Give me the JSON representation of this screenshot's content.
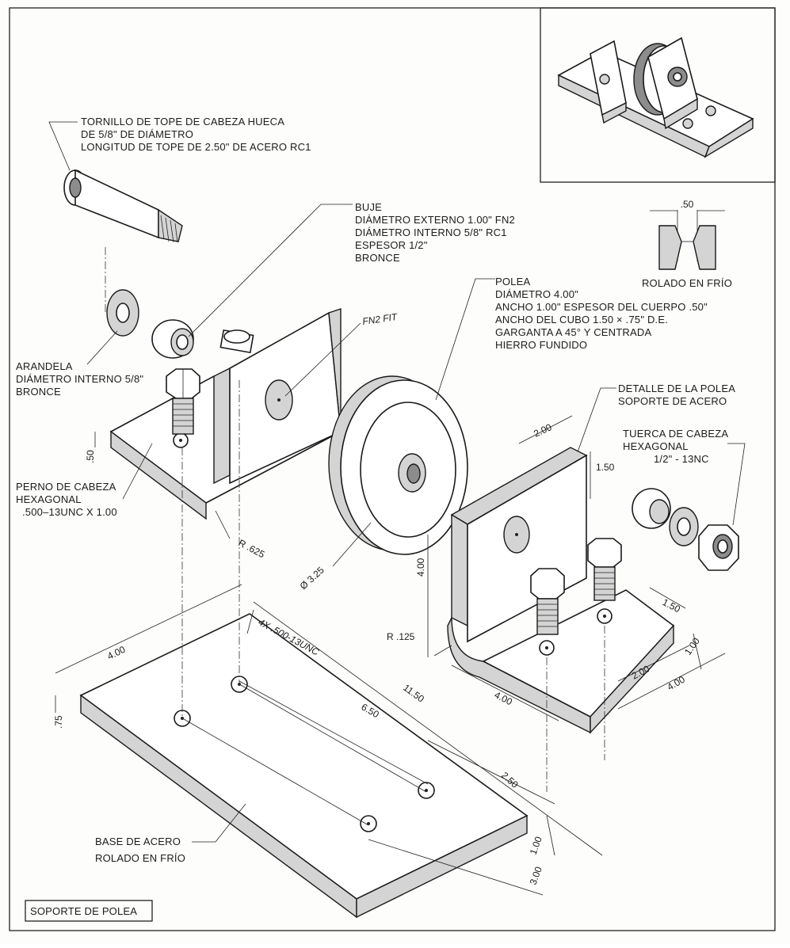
{
  "title_box": "SOPORTE DE POLEA",
  "shoulder_screw": {
    "lines": [
      "TORNILLO DE TOPE DE CABEZA HUECA",
      "DE 5/8\" DE DIÁMETRO",
      "LONGITUD DE TOPE DE 2.50\" DE ACERO RC1"
    ]
  },
  "bushing": {
    "lines": [
      "BUJE",
      "DIÁMETRO EXTERNO 1.00\" FN2",
      "DIÁMETRO INTERNO 5/8\" RC1",
      "ESPESOR 1/2\"",
      "BRONCE"
    ]
  },
  "washer": {
    "lines": [
      "ARANDELA",
      "DIÁMETRO INTERNO 5/8\"",
      "BRONCE"
    ]
  },
  "hex_bolt": {
    "lines": [
      "PERNO DE CABEZA",
      "HEXAGONAL",
      ".500–13UNC X 1.00"
    ]
  },
  "pulley": {
    "lines": [
      "POLEA",
      "DIÁMETRO 4.00\"",
      "ANCHO 1.00\" ESPESOR DEL CUERPO .50\"",
      "ANCHO DEL CUBO 1.50 × .75\" D.E.",
      "GARGANTA A 45° Y CENTRADA",
      "HIERRO FUNDIDO"
    ]
  },
  "bracket_detail": {
    "lines": [
      "DETALLE DE LA POLEA",
      "SOPORTE DE ACERO"
    ]
  },
  "hex_nut": {
    "lines": [
      "TUERCA DE CABEZA",
      "HEXAGONAL",
      "1/2\" - 13NC"
    ]
  },
  "cold_rolled": {
    "label": "ROLADO EN FRÍO",
    "dim": ".50"
  },
  "base": {
    "lines": [
      "BASE DE ACERO",
      "ROLADO EN FRÍO"
    ]
  },
  "notes": {
    "fn2_fit": "FN2 FIT",
    "hole_callout": "4X .500-13UNC"
  },
  "dimensions": {
    "bracket_thickness": ".50",
    "bend_radius_left": "R .625",
    "pulley_dia": "Ø 3.25",
    "bracket_width_top": "2.00",
    "hole_height": "1.50",
    "bracket_height": "4.00",
    "bend_radius_right": "R .125",
    "foot_depth": "4.00",
    "foot_hole_offset": "1.50",
    "foot_hole_spacing_a": "1.00",
    "foot_hole_spacing_b": "2.00",
    "foot_length": "4.00",
    "base_width": "4.00",
    "base_thickness": ".75",
    "base_length": "11.50",
    "base_hole_spacing": "6.50",
    "base_hole_spacing_b": "2.50",
    "base_hole_edge": "1.00",
    "base_hole_width": "3.00"
  }
}
